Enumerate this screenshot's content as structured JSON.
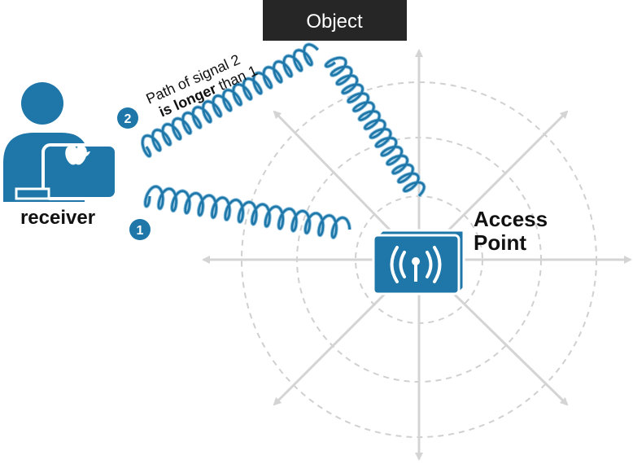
{
  "labels": {
    "object": "Object",
    "receiver": "receiver",
    "access_point_line1": "Access",
    "access_point_line2": "Point",
    "path_note_line1": "Path of signal 2",
    "path_note_bold": "is longer",
    "path_note_rest": " than 1"
  },
  "badges": {
    "signal_1": "1",
    "signal_2": "2"
  },
  "icons": {
    "receiver": "person-with-laptop-icon",
    "laptop_logo": "apple-logo-icon",
    "access_point": "wireless-access-point-icon"
  },
  "colors": {
    "accent": "#1E77A8",
    "accent_light": "#8FC2DE",
    "object_box": "#262626",
    "text": "#111111",
    "arrows": "#D4D4D4",
    "rings": "#D0D0D0"
  }
}
